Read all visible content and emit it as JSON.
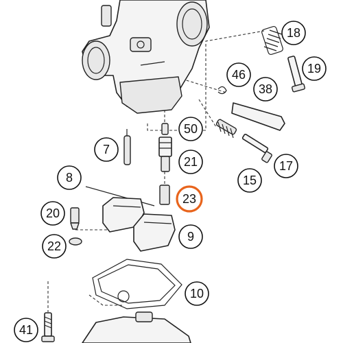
{
  "callouts": [
    {
      "label": "18",
      "highlight": false
    },
    {
      "label": "19",
      "highlight": false
    },
    {
      "label": "46",
      "highlight": false
    },
    {
      "label": "38",
      "highlight": false
    },
    {
      "label": "50",
      "highlight": false
    },
    {
      "label": "7",
      "highlight": false
    },
    {
      "label": "21",
      "highlight": false
    },
    {
      "label": "17",
      "highlight": false
    },
    {
      "label": "15",
      "highlight": false
    },
    {
      "label": "8",
      "highlight": false
    },
    {
      "label": "23",
      "highlight": true
    },
    {
      "label": "20",
      "highlight": false
    },
    {
      "label": "9",
      "highlight": false
    },
    {
      "label": "22",
      "highlight": false
    },
    {
      "label": "10",
      "highlight": false
    },
    {
      "label": "41",
      "highlight": false
    }
  ],
  "colors": {
    "highlight": "#e8641c",
    "line": "#222222",
    "fill": "#f4f4f4"
  }
}
